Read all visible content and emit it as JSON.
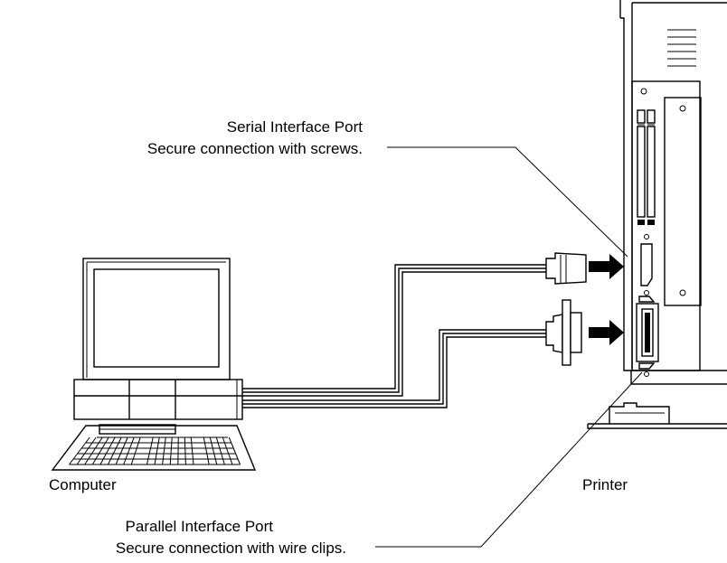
{
  "labels": {
    "serial_port": "Serial Interface Port",
    "serial_note": "Secure connection with screws.",
    "computer": "Computer",
    "printer": "Printer",
    "parallel_port": "Parallel Interface Port",
    "parallel_note": "Secure connection with wire clips."
  }
}
